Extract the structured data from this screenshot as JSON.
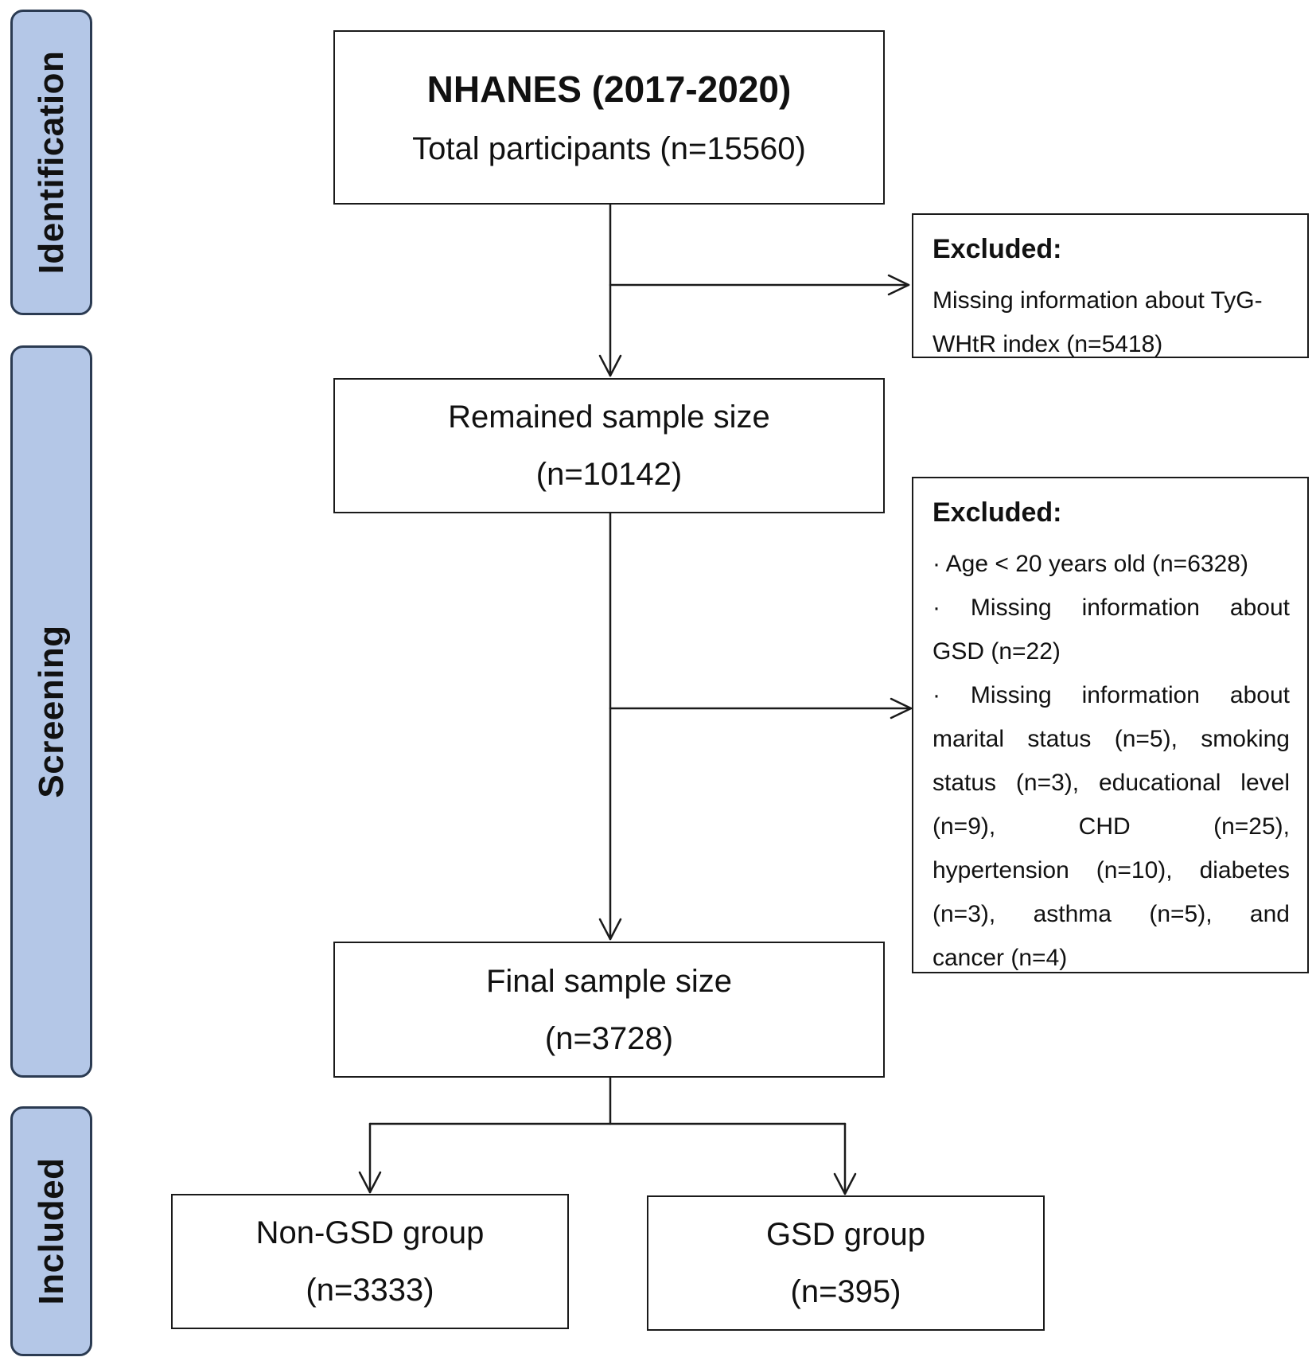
{
  "phases": {
    "identification": "Identification",
    "screening": "Screening",
    "included": "Included"
  },
  "nhanes": {
    "title": "NHANES (2017-2020)",
    "subtitle": "Total participants (n=15560)"
  },
  "excluded_1": {
    "heading": "Excluded:",
    "lines": [
      "Missing information about TyG-",
      "WHtR index (n=5418)"
    ]
  },
  "remained": {
    "label": "Remained sample size",
    "count": "(n=10142)"
  },
  "excluded_2": {
    "heading": "Excluded:",
    "lines": [
      "· Age < 20 years old (n=6328)",
      "· Missing information about",
      "GSD (n=22)",
      "· Missing information about",
      "marital status (n=5), smoking",
      "status (n=3), educational level",
      "(n=9), CHD (n=25),",
      "hypertension (n=10), diabetes",
      "(n=3), asthma (n=5), and",
      "cancer (n=4)"
    ]
  },
  "final": {
    "label": "Final sample size",
    "count": "(n=3728)"
  },
  "non_gsd": {
    "label": "Non-GSD group",
    "count": "(n=3333)"
  },
  "gsd": {
    "label": "GSD group",
    "count": "(n=395)"
  }
}
